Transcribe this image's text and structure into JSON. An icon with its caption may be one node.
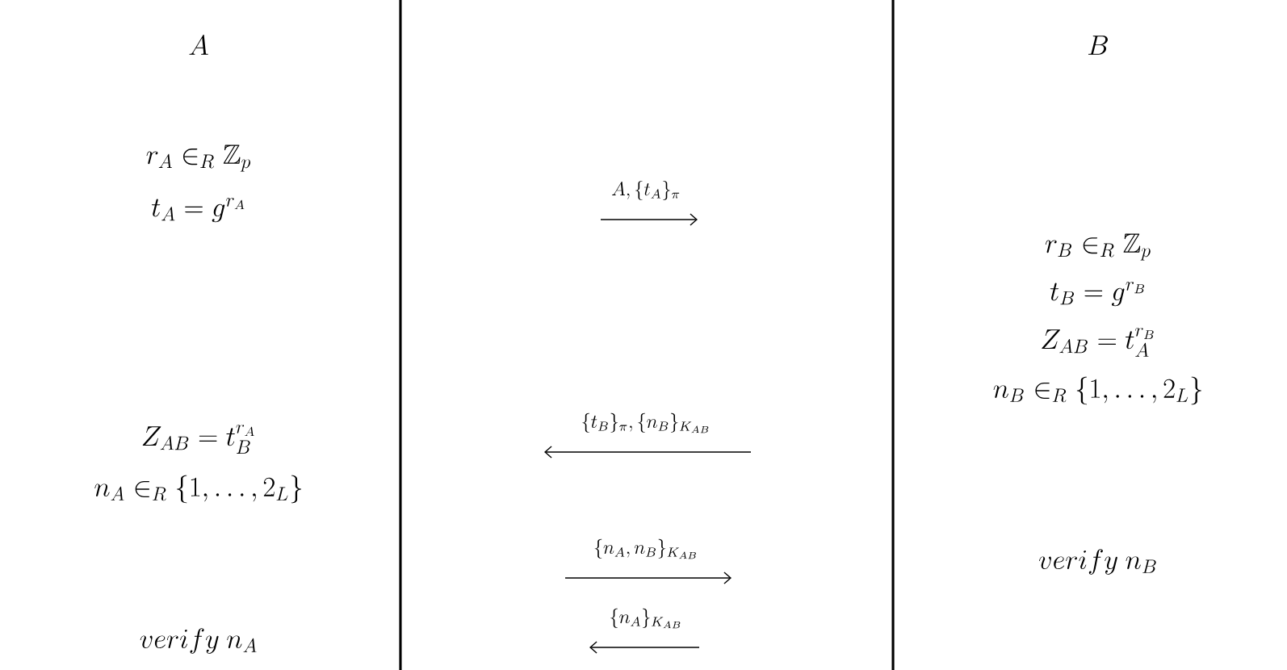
{
  "diagram": {
    "labels": [
      "A",
      "B",
      "r_A \\in_R \\mathbb{Z}_p",
      "t_A = g^{r_A}",
      "A,\\{t_A\\}_\\pi",
      "r_B \\in_R \\mathbb{Z}_p",
      "t_B = g^{r_B}",
      "Z_{AB} = t_A^{r_B}",
      "n_B \\in_R \\{1,\\ldots,2_L\\}",
      "\\{t_B\\}_\\pi,\\{n_B\\}_{K_{AB}}",
      "Z_{AB} = t_B^{r_A}",
      "n_A \\in_R \\{1,\\ldots,2_L\\}",
      "\\{n_A,n_B\\}_{K_{AB}}",
      "verify\\ n_B",
      "\\{n_A\\}_{K_{AB}}",
      "verify\\ n_A"
    ]
  }
}
